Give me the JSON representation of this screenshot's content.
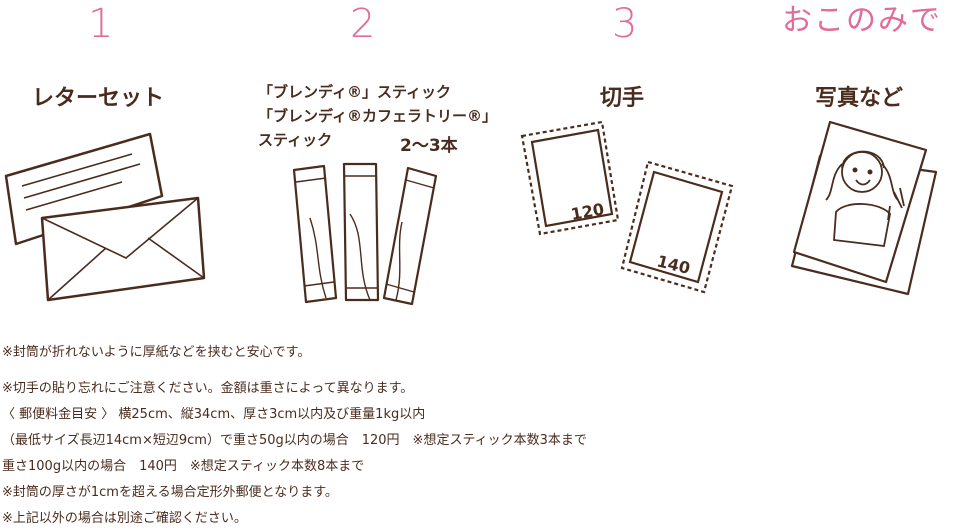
{
  "steps": [
    {
      "number": "1",
      "title": "レターセット"
    },
    {
      "number": "2",
      "title_lines": [
        "「ブレンディ®」スティック",
        "「ブレンディ®カフェラトリー®」",
        "スティック"
      ],
      "count": "2～3本"
    },
    {
      "number": "3",
      "title": "切手",
      "stamps": [
        "120",
        "140"
      ]
    },
    {
      "number": "おこのみで",
      "title": "写真など"
    }
  ],
  "notes": [
    "※封筒が折れないように厚紙などを挟むと安心です。",
    "※切手の貼り忘れにご注意ください。金額は重さによって異なります。",
    "〈 郵便料金目安 〉 横25cm、縦34cm、厚さ3cm以内及び重量1kg以内",
    "（最低サイズ長辺14cm×短辺9cm）で重さ50g以内の場合　120円　※想定スティック本数3本まで",
    "重さ100g以内の場合　140円　※想定スティック本数8本まで",
    "※封筒の厚さが1cmを超える場合定形外郵便となります。",
    "※上記以外の場合は別途ご確認ください。"
  ],
  "colors": {
    "accent": "#e26b9a",
    "ink": "#4a2c1e"
  }
}
